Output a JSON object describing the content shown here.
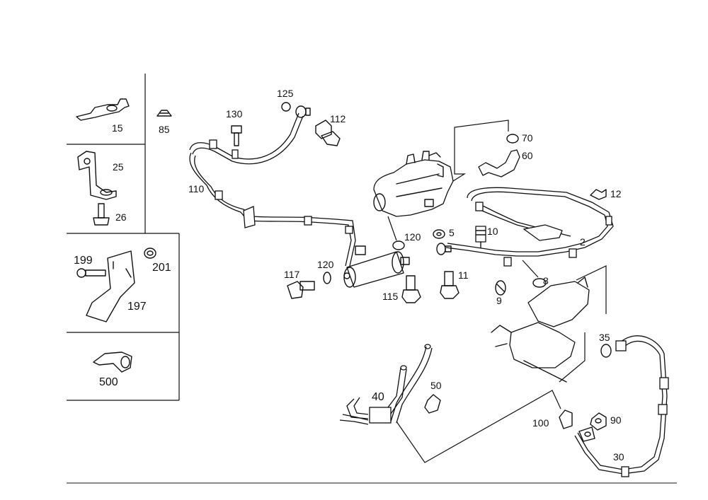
{
  "diagram": {
    "legend_boxes": {
      "b15": "15",
      "b85": "85",
      "b25": "25",
      "b26": "26",
      "b199": "199",
      "b201": "201",
      "b197": "197",
      "b500": "500"
    },
    "callouts": {
      "c125": "125",
      "c130": "130",
      "c112": "112",
      "c110": "110",
      "c70": "70",
      "c60": "60",
      "c12": "12",
      "c5": "5",
      "c120a": "120",
      "c10": "10",
      "c2": "2",
      "c117": "117",
      "c120b": "120",
      "c115": "115",
      "c11": "11",
      "c8": "8",
      "c9": "9",
      "c35": "35",
      "c40": "40",
      "c50": "50",
      "c100": "100",
      "c90": "90",
      "c30": "30"
    }
  }
}
